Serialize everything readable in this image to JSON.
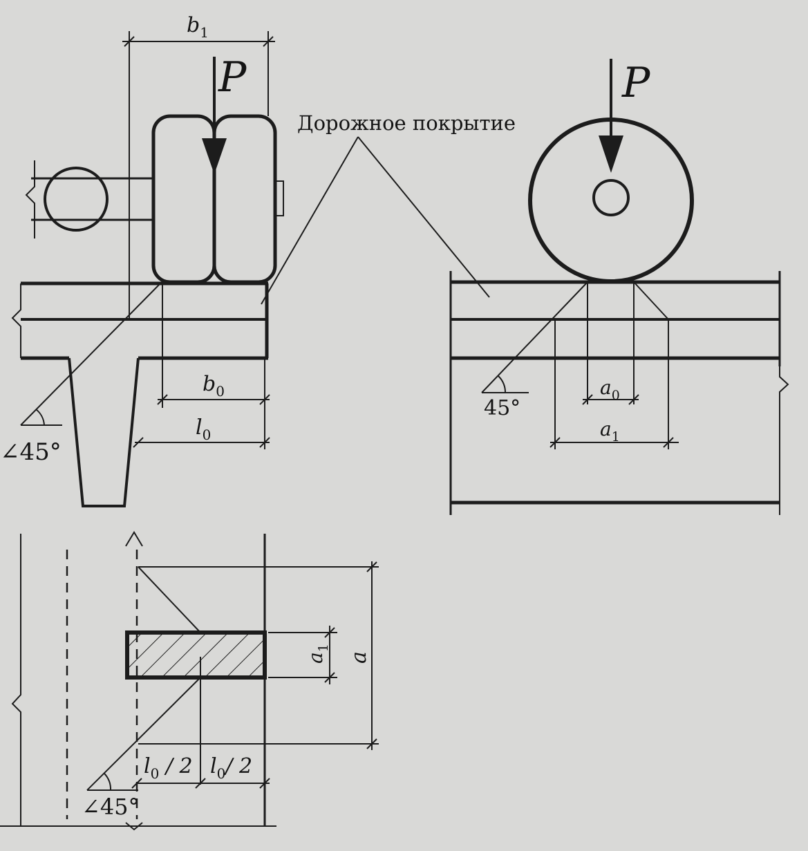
{
  "labels": {
    "road_surface": "Дорожное покрытие",
    "load_left": "P",
    "load_right": "P",
    "b1": "b",
    "b1_sub": "1",
    "b0": "b",
    "b0_sub": "0",
    "l0": "l",
    "l0_sub": "0",
    "angle_left": "∠45°",
    "angle_right": "45°",
    "a0": "a",
    "a0_sub": "0",
    "a1": "a",
    "a1_sub": "1",
    "a1_plan": "a",
    "a1_plan_sub": "1",
    "a_plan": "a",
    "half_l0_left": "l",
    "half_l0_left_sub": "0",
    "half_l0_left_tail": " / 2",
    "half_l0_right": "l",
    "half_l0_right_sub": "0",
    "half_l0_right_tail": "/ 2",
    "angle_plan": "∠45°"
  },
  "colors": {
    "ink": "#1c1c1c",
    "paper": "#d9d9d7"
  }
}
